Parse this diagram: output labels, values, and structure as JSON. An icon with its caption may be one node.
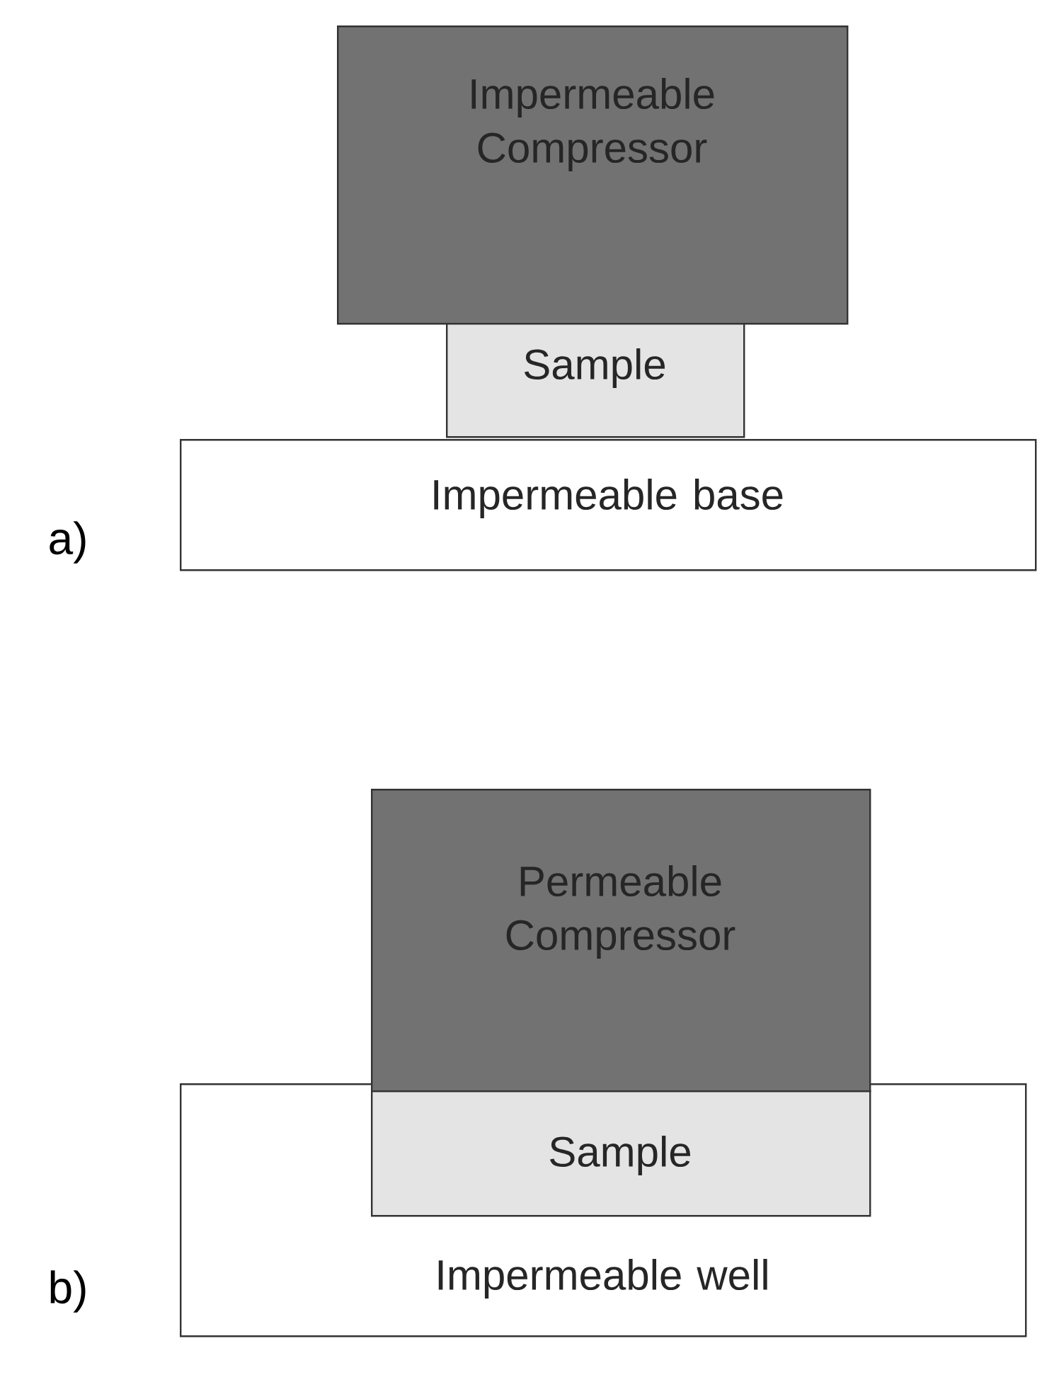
{
  "diagram": {
    "nodes": [
      {
        "text": [
          "Impermeable Compressor"
        ]
      },
      {
        "text": [
          "Sample"
        ]
      },
      {
        "text": [
          "Impermeable base"
        ]
      },
      {
        "text": [
          "Permeable Compressor"
        ]
      },
      {
        "text": [
          "Impermeable well"
        ]
      },
      {
        "text": [
          "Sample"
        ],
        "in": 4
      }
    ],
    "labels": [
      "a)",
      "b)"
    ]
  }
}
